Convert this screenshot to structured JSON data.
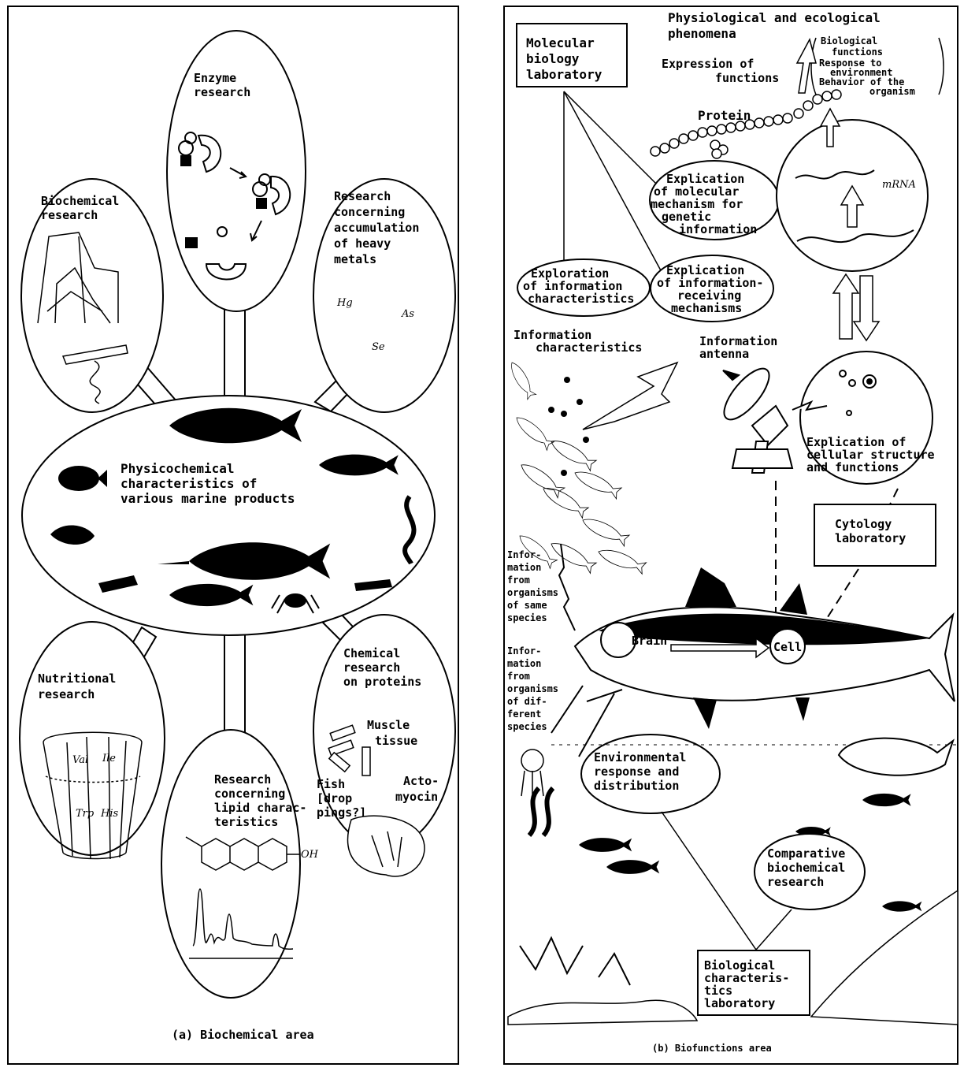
{
  "panel_a": {
    "caption": "(a) Biochemical area",
    "center": [
      "Physicochemical",
      "characteristics of",
      "various marine products"
    ],
    "enzyme": [
      "Enzyme",
      "research"
    ],
    "biochemical": [
      "Biochemical",
      "research"
    ],
    "heavy_metals": [
      "Research",
      "concerning",
      "accumulation",
      "of heavy",
      "metals"
    ],
    "metals": {
      "hg": "Hg",
      "as": "As",
      "se": "Se"
    },
    "nutritional": [
      "Nutritional",
      "research"
    ],
    "amino_acids": {
      "val": "Val",
      "ile": "Ile",
      "trp": "Trp",
      "his": "His"
    },
    "lipid": [
      "Research",
      "concerning",
      "lipid charac-",
      "teristics"
    ],
    "oh": "OH",
    "proteins": [
      "Chemical",
      "research",
      "on proteins"
    ],
    "muscle": [
      "Muscle",
      "tissue"
    ],
    "fish": [
      "Fish",
      "[drop",
      "pings?]"
    ],
    "actomyosin": [
      "Acto-",
      "myocin"
    ]
  },
  "panel_b": {
    "caption": "(b) Biofunctions area",
    "header": [
      "Physiological and ecological",
      "phenomena"
    ],
    "expression": [
      "Expression of",
      "functions"
    ],
    "bio_list": [
      "Biological",
      "functions",
      "Response to",
      "environment",
      "Behavior of the",
      "organism"
    ],
    "protein": "Protein",
    "mrna": "mRNA",
    "molecular_lab": [
      "Molecular",
      "biology",
      "laboratory"
    ],
    "genetic": [
      "Explication",
      "of molecular",
      "mechanism for",
      "genetic",
      "information"
    ],
    "exploration": [
      "Exploration",
      "of information",
      "characteristics"
    ],
    "receiving": [
      "Explication",
      "of information-",
      "receiving",
      "mechanisms"
    ],
    "info_char": [
      "Information",
      "characteristics"
    ],
    "antenna": [
      "Information",
      "antenna"
    ],
    "cellular": [
      "Explication of",
      "cellular structure",
      "and functions"
    ],
    "cytology": [
      "Cytology",
      "laboratory"
    ],
    "same_species": [
      "Infor-",
      "mation",
      "from",
      "organisms",
      "of same",
      "species"
    ],
    "diff_species": [
      "Infor-",
      "mation",
      "from",
      "organisms",
      "of dif-",
      "ferent",
      "species"
    ],
    "brain": "Brain",
    "cell": "Cell",
    "environmental": [
      "Environmental",
      "response and",
      "distribution"
    ],
    "comparative": [
      "Comparative",
      "biochemical",
      "research"
    ],
    "bio_lab": [
      "Biological",
      "characteris-",
      "tics",
      "laboratory"
    ]
  }
}
